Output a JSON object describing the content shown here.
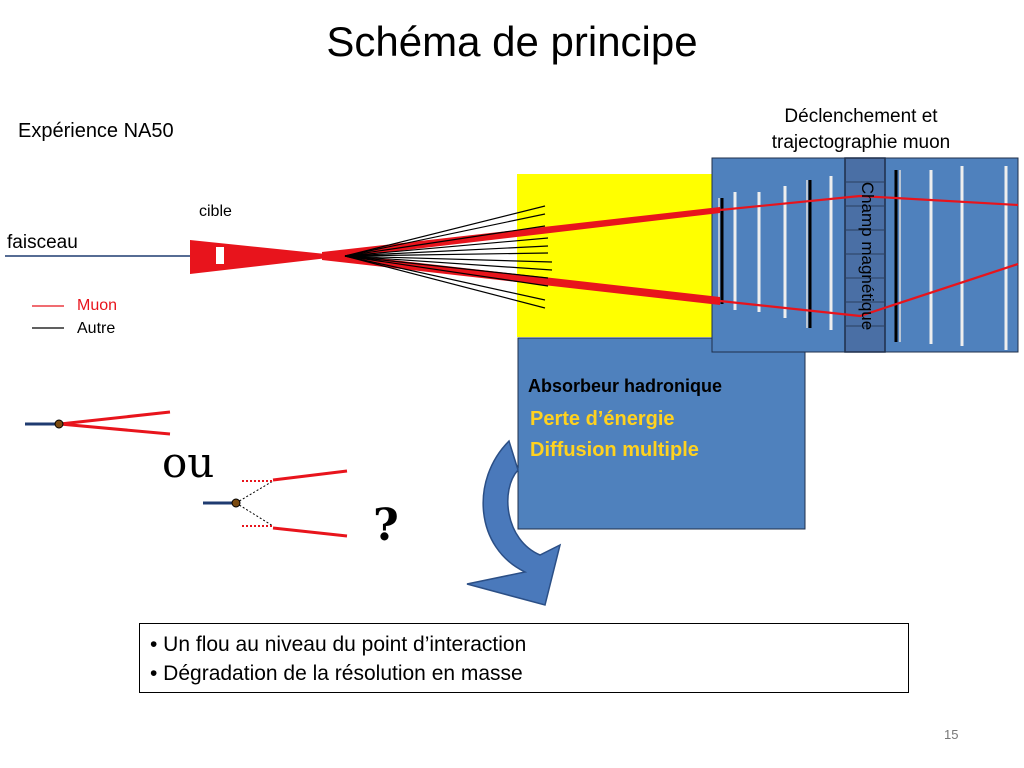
{
  "title": "Schéma de principe",
  "experiment": "Expérience NA50",
  "trigger_lines": [
    "Déclenchement et",
    "trajectographie muon"
  ],
  "labels": {
    "cible": "cible",
    "faisceau": "faisceau",
    "magnetic_field": "Champ magnétique",
    "or": "ou",
    "question": "?"
  },
  "legend": [
    {
      "label": "Muon",
      "color": "#e8141c"
    },
    {
      "label": "Autre",
      "color": "#000000"
    }
  ],
  "absorber": {
    "title": "Absorbeur hadronique",
    "effects": [
      "Perte d’énergie",
      "Diffusion multiple"
    ]
  },
  "conclusions": [
    "• Un flou au niveau du point d’interaction",
    "• Dégradation de la résolution en masse"
  ],
  "page_number": "15",
  "colors": {
    "muon": "#e8141c",
    "absorber_fill": "#4f81bd",
    "absorber_text": "#ffd21f",
    "target_zone": "#ffff00",
    "beam": "#1f3b70",
    "arrow": "#4a79bb"
  }
}
